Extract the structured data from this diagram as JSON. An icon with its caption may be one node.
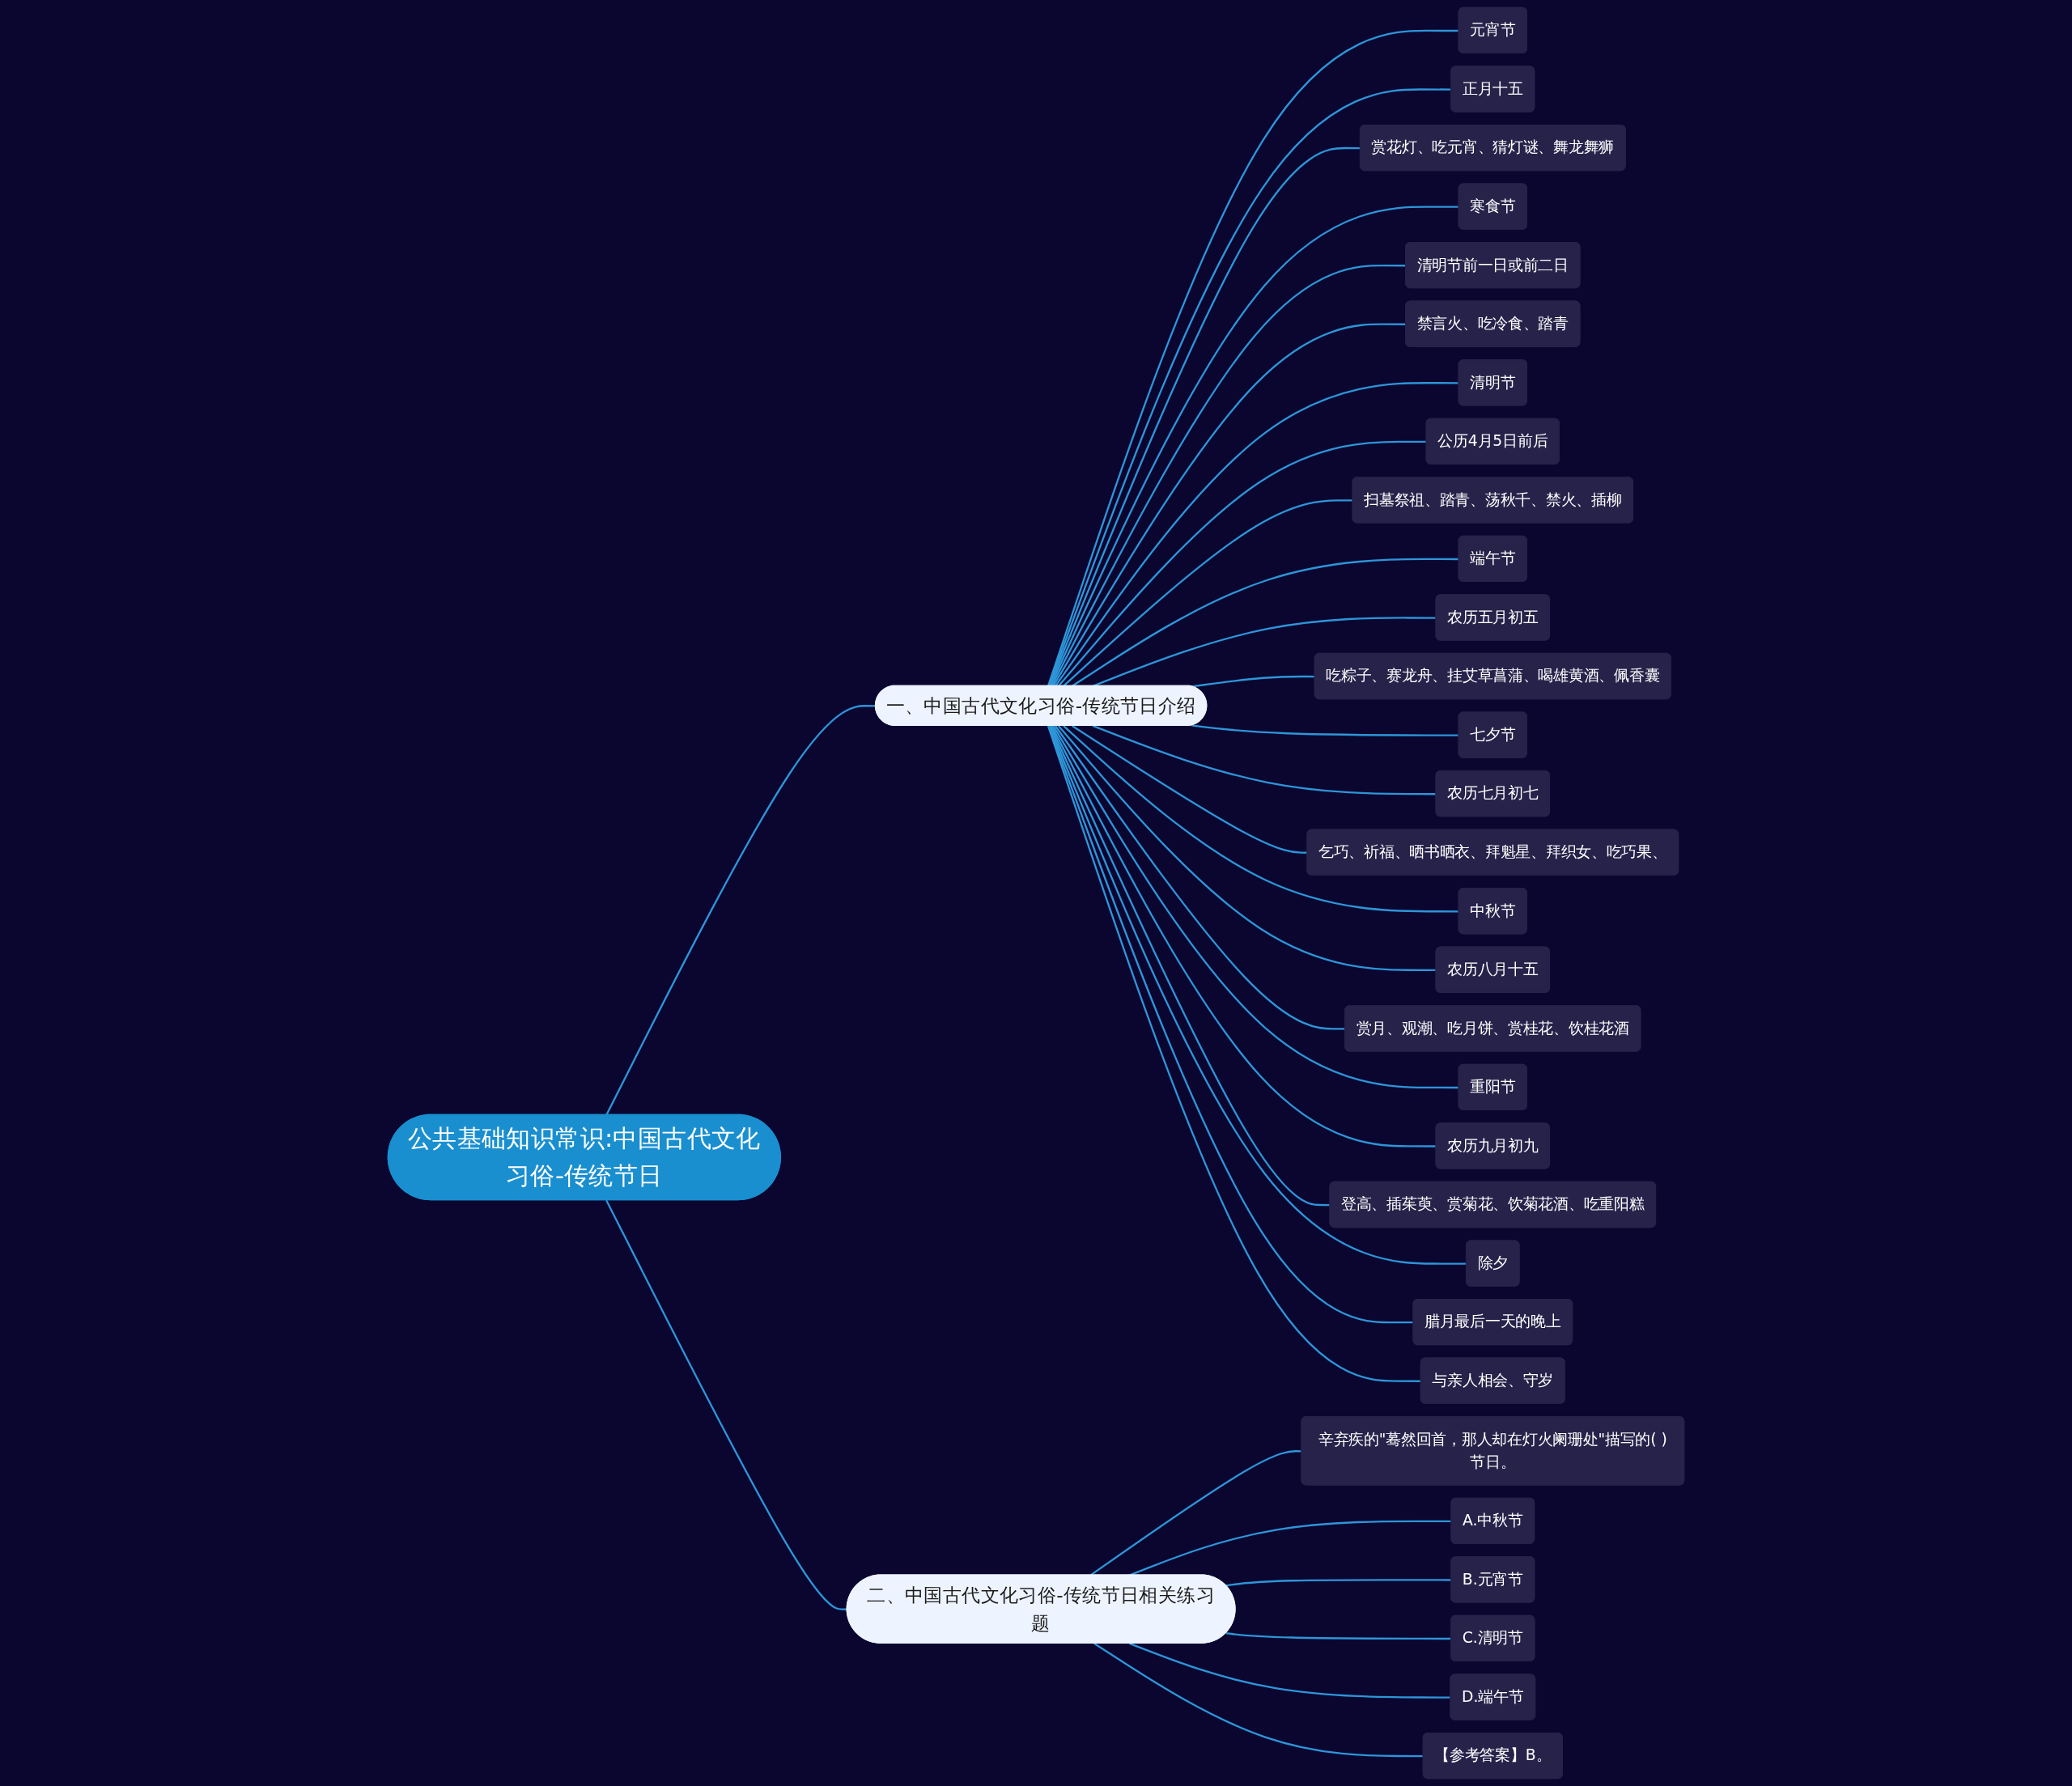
{
  "diagram": {
    "nodes": [
      {
        "text": [
          "公共基础知识常识:中国古代文化习俗-传统节日"
        ]
      },
      {
        "text": [
          "一、中国古代文化习俗-传统节日介绍"
        ]
      },
      {
        "text": [
          "元宵节"
        ]
      },
      {
        "text": [
          "正月十五"
        ]
      },
      {
        "text": [
          "赏花灯、吃元宵、猜灯谜、舞龙舞狮"
        ]
      },
      {
        "text": [
          "寒食节"
        ]
      },
      {
        "text": [
          "清明节前一日或前二日"
        ]
      },
      {
        "text": [
          "禁言火、吃冷食、踏青"
        ]
      },
      {
        "text": [
          "清明节"
        ]
      },
      {
        "text": [
          "公历4月5日前后"
        ]
      },
      {
        "text": [
          "扫墓祭祖、踏青、荡秋千、禁火、插柳"
        ]
      },
      {
        "text": [
          "端午节"
        ]
      },
      {
        "text": [
          "农历五月初五"
        ]
      },
      {
        "text": [
          "吃粽子、赛龙舟、挂艾草菖蒲、喝雄黄酒、佩香囊"
        ]
      },
      {
        "text": [
          "七夕节"
        ]
      },
      {
        "text": [
          "农历七月初七"
        ]
      },
      {
        "text": [
          "乞巧、祈福、晒书晒衣、拜魁星、拜织女、吃巧果、"
        ]
      },
      {
        "text": [
          "中秋节"
        ]
      },
      {
        "text": [
          "农历八月十五"
        ]
      },
      {
        "text": [
          "赏月、观潮、吃月饼、赏桂花、饮桂花酒"
        ]
      },
      {
        "text": [
          "重阳节"
        ]
      },
      {
        "text": [
          "农历九月初九"
        ]
      },
      {
        "text": [
          "登高、插茱萸、赏菊花、饮菊花酒、吃重阳糕"
        ]
      },
      {
        "text": [
          "除夕"
        ]
      },
      {
        "text": [
          "腊月最后一天的晚上"
        ]
      },
      {
        "text": [
          "与亲人相会、守岁"
        ]
      },
      {
        "text": [
          "二、中国古代文化习俗-传统节日相关练习题"
        ]
      },
      {
        "text": [
          "辛弃疾的\"蓦然回首，那人却在灯火阑珊处\"描写的( )节日。"
        ]
      },
      {
        "text": [
          "A.中秋节"
        ]
      },
      {
        "text": [
          "B.元宵节"
        ]
      },
      {
        "text": [
          "C.清明节"
        ]
      },
      {
        "text": [
          "D.端午节"
        ]
      },
      {
        "text": [
          "【参考答案】B。"
        ]
      }
    ],
    "edges": [
      {
        "from": 0,
        "to": 1,
        "arrow": "none"
      },
      {
        "from": 1,
        "to": 2,
        "arrow": "none"
      },
      {
        "from": 1,
        "to": 3,
        "arrow": "none"
      },
      {
        "from": 1,
        "to": 4,
        "arrow": "none"
      },
      {
        "from": 1,
        "to": 5,
        "arrow": "none"
      },
      {
        "from": 1,
        "to": 6,
        "arrow": "none"
      },
      {
        "from": 1,
        "to": 7,
        "arrow": "none"
      },
      {
        "from": 1,
        "to": 8,
        "arrow": "none"
      },
      {
        "from": 1,
        "to": 9,
        "arrow": "none"
      },
      {
        "from": 1,
        "to": 10,
        "arrow": "none"
      },
      {
        "from": 1,
        "to": 11,
        "arrow": "none"
      },
      {
        "from": 1,
        "to": 12,
        "arrow": "none"
      },
      {
        "from": 1,
        "to": 13,
        "arrow": "none"
      },
      {
        "from": 1,
        "to": 14,
        "arrow": "none"
      },
      {
        "from": 1,
        "to": 15,
        "arrow": "none"
      },
      {
        "from": 1,
        "to": 16,
        "arrow": "none"
      },
      {
        "from": 1,
        "to": 17,
        "arrow": "none"
      },
      {
        "from": 1,
        "to": 18,
        "arrow": "none"
      },
      {
        "from": 1,
        "to": 19,
        "arrow": "none"
      },
      {
        "from": 1,
        "to": 20,
        "arrow": "none"
      },
      {
        "from": 1,
        "to": 21,
        "arrow": "none"
      },
      {
        "from": 1,
        "to": 22,
        "arrow": "none"
      },
      {
        "from": 1,
        "to": 23,
        "arrow": "none"
      },
      {
        "from": 1,
        "to": 24,
        "arrow": "none"
      },
      {
        "from": 1,
        "to": 25,
        "arrow": "none"
      },
      {
        "from": 0,
        "to": 26,
        "arrow": "none"
      },
      {
        "from": 26,
        "to": 27,
        "arrow": "none"
      },
      {
        "from": 26,
        "to": 28,
        "arrow": "none"
      },
      {
        "from": 26,
        "to": 29,
        "arrow": "none"
      },
      {
        "from": 26,
        "to": 30,
        "arrow": "none"
      },
      {
        "from": 26,
        "to": 31,
        "arrow": "none"
      },
      {
        "from": 26,
        "to": 32,
        "arrow": "none"
      }
    ]
  }
}
